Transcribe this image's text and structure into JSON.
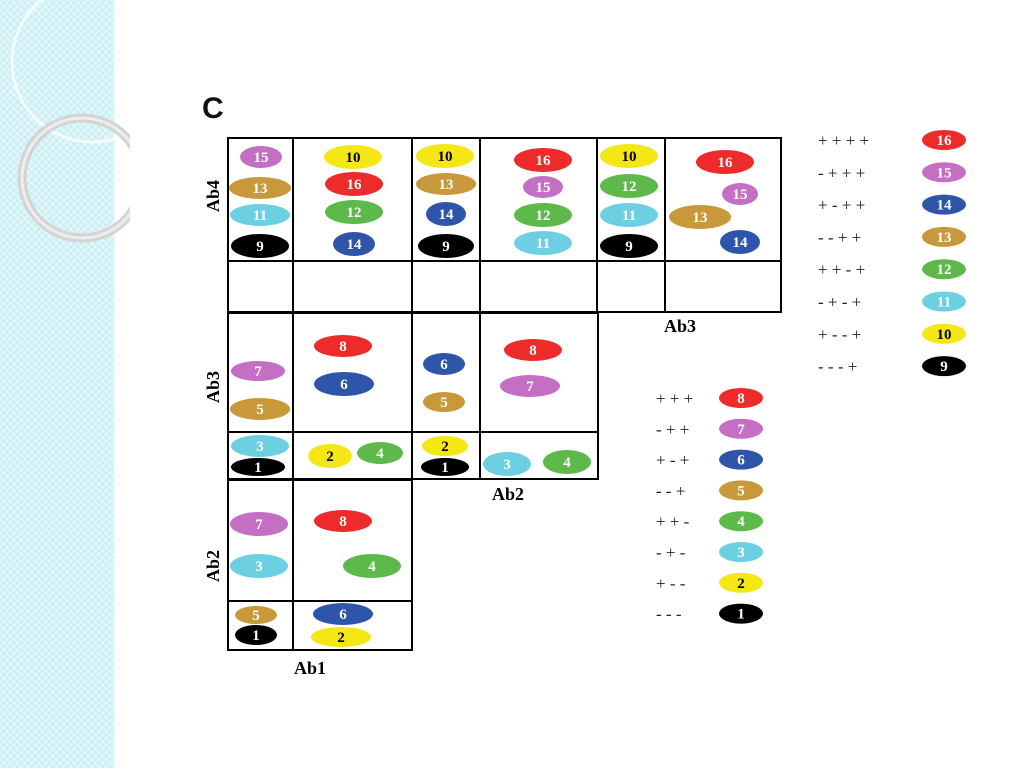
{
  "panel_label": "C",
  "axes": {
    "ab1": "Ab1",
    "ab2": "Ab2",
    "ab3": "Ab3",
    "ab4": "Ab4"
  },
  "colors": {
    "1": "#000000",
    "2": "#f5e616",
    "3": "#6dd0e2",
    "4": "#5cb94a",
    "5": "#c8983a",
    "6": "#2f55ab",
    "7": "#c46fc4",
    "8": "#ee2b2b",
    "9": "#000000",
    "10": "#f5e616",
    "11": "#6dd0e2",
    "12": "#5cb94a",
    "13": "#c8983a",
    "14": "#2f55ab",
    "15": "#c46fc4",
    "16": "#ee2b2b"
  },
  "legend_four": [
    {
      "signs": "+ + + +",
      "n": "16"
    },
    {
      "signs": "- + + +",
      "n": "15"
    },
    {
      "signs": "+ - + +",
      "n": "14"
    },
    {
      "signs": "- - + +",
      "n": "13"
    },
    {
      "signs": "+ + - +",
      "n": "12"
    },
    {
      "signs": "- + - +",
      "n": "11"
    },
    {
      "signs": "+ - - +",
      "n": "10"
    },
    {
      "signs": "- - - +",
      "n": "9"
    }
  ],
  "legend_three": [
    {
      "signs": "+ + +",
      "n": "8"
    },
    {
      "signs": "- + +",
      "n": "7"
    },
    {
      "signs": "+ - +",
      "n": "6"
    },
    {
      "signs": "- - +",
      "n": "5"
    },
    {
      "signs": "+ + -",
      "n": "4"
    },
    {
      "signs": "- + -",
      "n": "3"
    },
    {
      "signs": "+ - -",
      "n": "2"
    },
    {
      "signs": "- - -",
      "n": "1"
    }
  ],
  "populations": [
    {
      "n": "15"
    },
    {
      "n": "13"
    },
    {
      "n": "11"
    },
    {
      "n": "9"
    },
    {
      "n": "10"
    },
    {
      "n": "16"
    },
    {
      "n": "12"
    },
    {
      "n": "14"
    },
    {
      "n": "10"
    },
    {
      "n": "13"
    },
    {
      "n": "14"
    },
    {
      "n": "9"
    },
    {
      "n": "16"
    },
    {
      "n": "15"
    },
    {
      "n": "12"
    },
    {
      "n": "11"
    },
    {
      "n": "10"
    },
    {
      "n": "12"
    },
    {
      "n": "11"
    },
    {
      "n": "9"
    },
    {
      "n": "16"
    },
    {
      "n": "15"
    },
    {
      "n": "13"
    },
    {
      "n": "14"
    },
    {
      "n": "7"
    },
    {
      "n": "5"
    },
    {
      "n": "8"
    },
    {
      "n": "6"
    },
    {
      "n": "6"
    },
    {
      "n": "5"
    },
    {
      "n": "8"
    },
    {
      "n": "7"
    },
    {
      "n": "3"
    },
    {
      "n": "1"
    },
    {
      "n": "2"
    },
    {
      "n": "4"
    },
    {
      "n": "2"
    },
    {
      "n": "1"
    },
    {
      "n": "3"
    },
    {
      "n": "4"
    },
    {
      "n": "7"
    },
    {
      "n": "3"
    },
    {
      "n": "8"
    },
    {
      "n": "4"
    },
    {
      "n": "5"
    },
    {
      "n": "1"
    },
    {
      "n": "6"
    },
    {
      "n": "2"
    }
  ]
}
